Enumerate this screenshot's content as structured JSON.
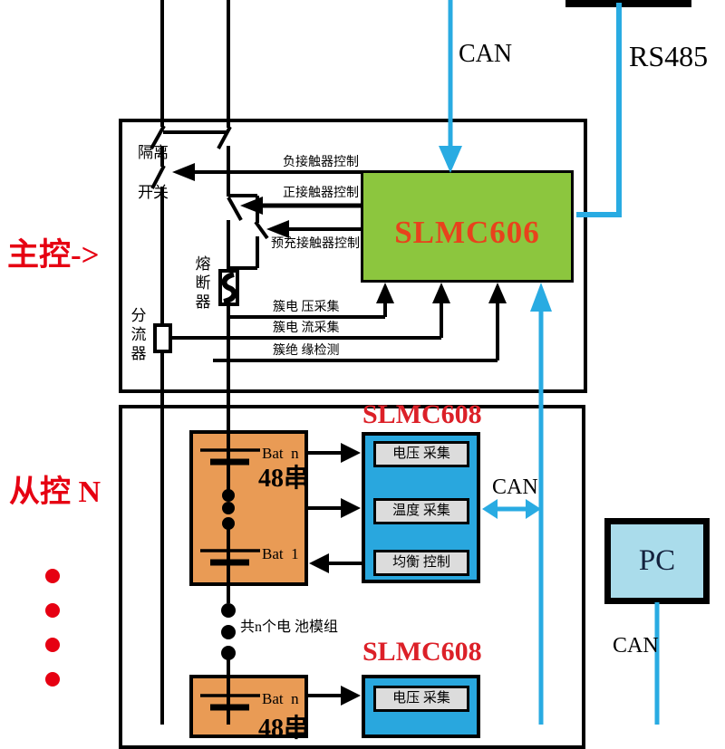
{
  "top": {
    "can": "CAN",
    "rs485": "RS485"
  },
  "master": {
    "label": "主控->",
    "controller": "SLMC606",
    "isolation_line1": "隔离",
    "isolation_line2": "开关",
    "fuse": "熔断器",
    "shunt": "分流器",
    "neg_contactor_ctrl": "负接触器控制",
    "pos_contactor_ctrl": "正接触器控制",
    "precharge_ctrl": "预充接触器控制",
    "cluster_voltage": "簇电 压采集",
    "cluster_current": "簇电 流采集",
    "cluster_insulation": "簇绝 缘检测"
  },
  "slave": {
    "label": "从控 N",
    "controller": "SLMC608",
    "bat_top": "Bat  n",
    "series": "48串",
    "bat_bottom": "Bat  1",
    "fn_voltage": "电压 采集",
    "fn_temp": "温度 采集",
    "fn_balance": "均衡 控制",
    "can": "CAN",
    "module_note": "共n个电 池模组"
  },
  "slave_n": {
    "controller": "SLMC608",
    "bat_top": "Bat  n",
    "series": "48串",
    "fn_voltage": "电压 采集"
  },
  "pc": {
    "label": "PC",
    "can": "CAN"
  },
  "colors": {
    "wire_blue": "#29abe2",
    "green_box": "#8cc63e",
    "orange_box": "#e99b55",
    "blue_box": "#29a7de",
    "gray_box": "#dcdcdc",
    "pc_box": "#aadceb",
    "red_label": "#e60012",
    "slmc606_red": "#e8421c"
  }
}
